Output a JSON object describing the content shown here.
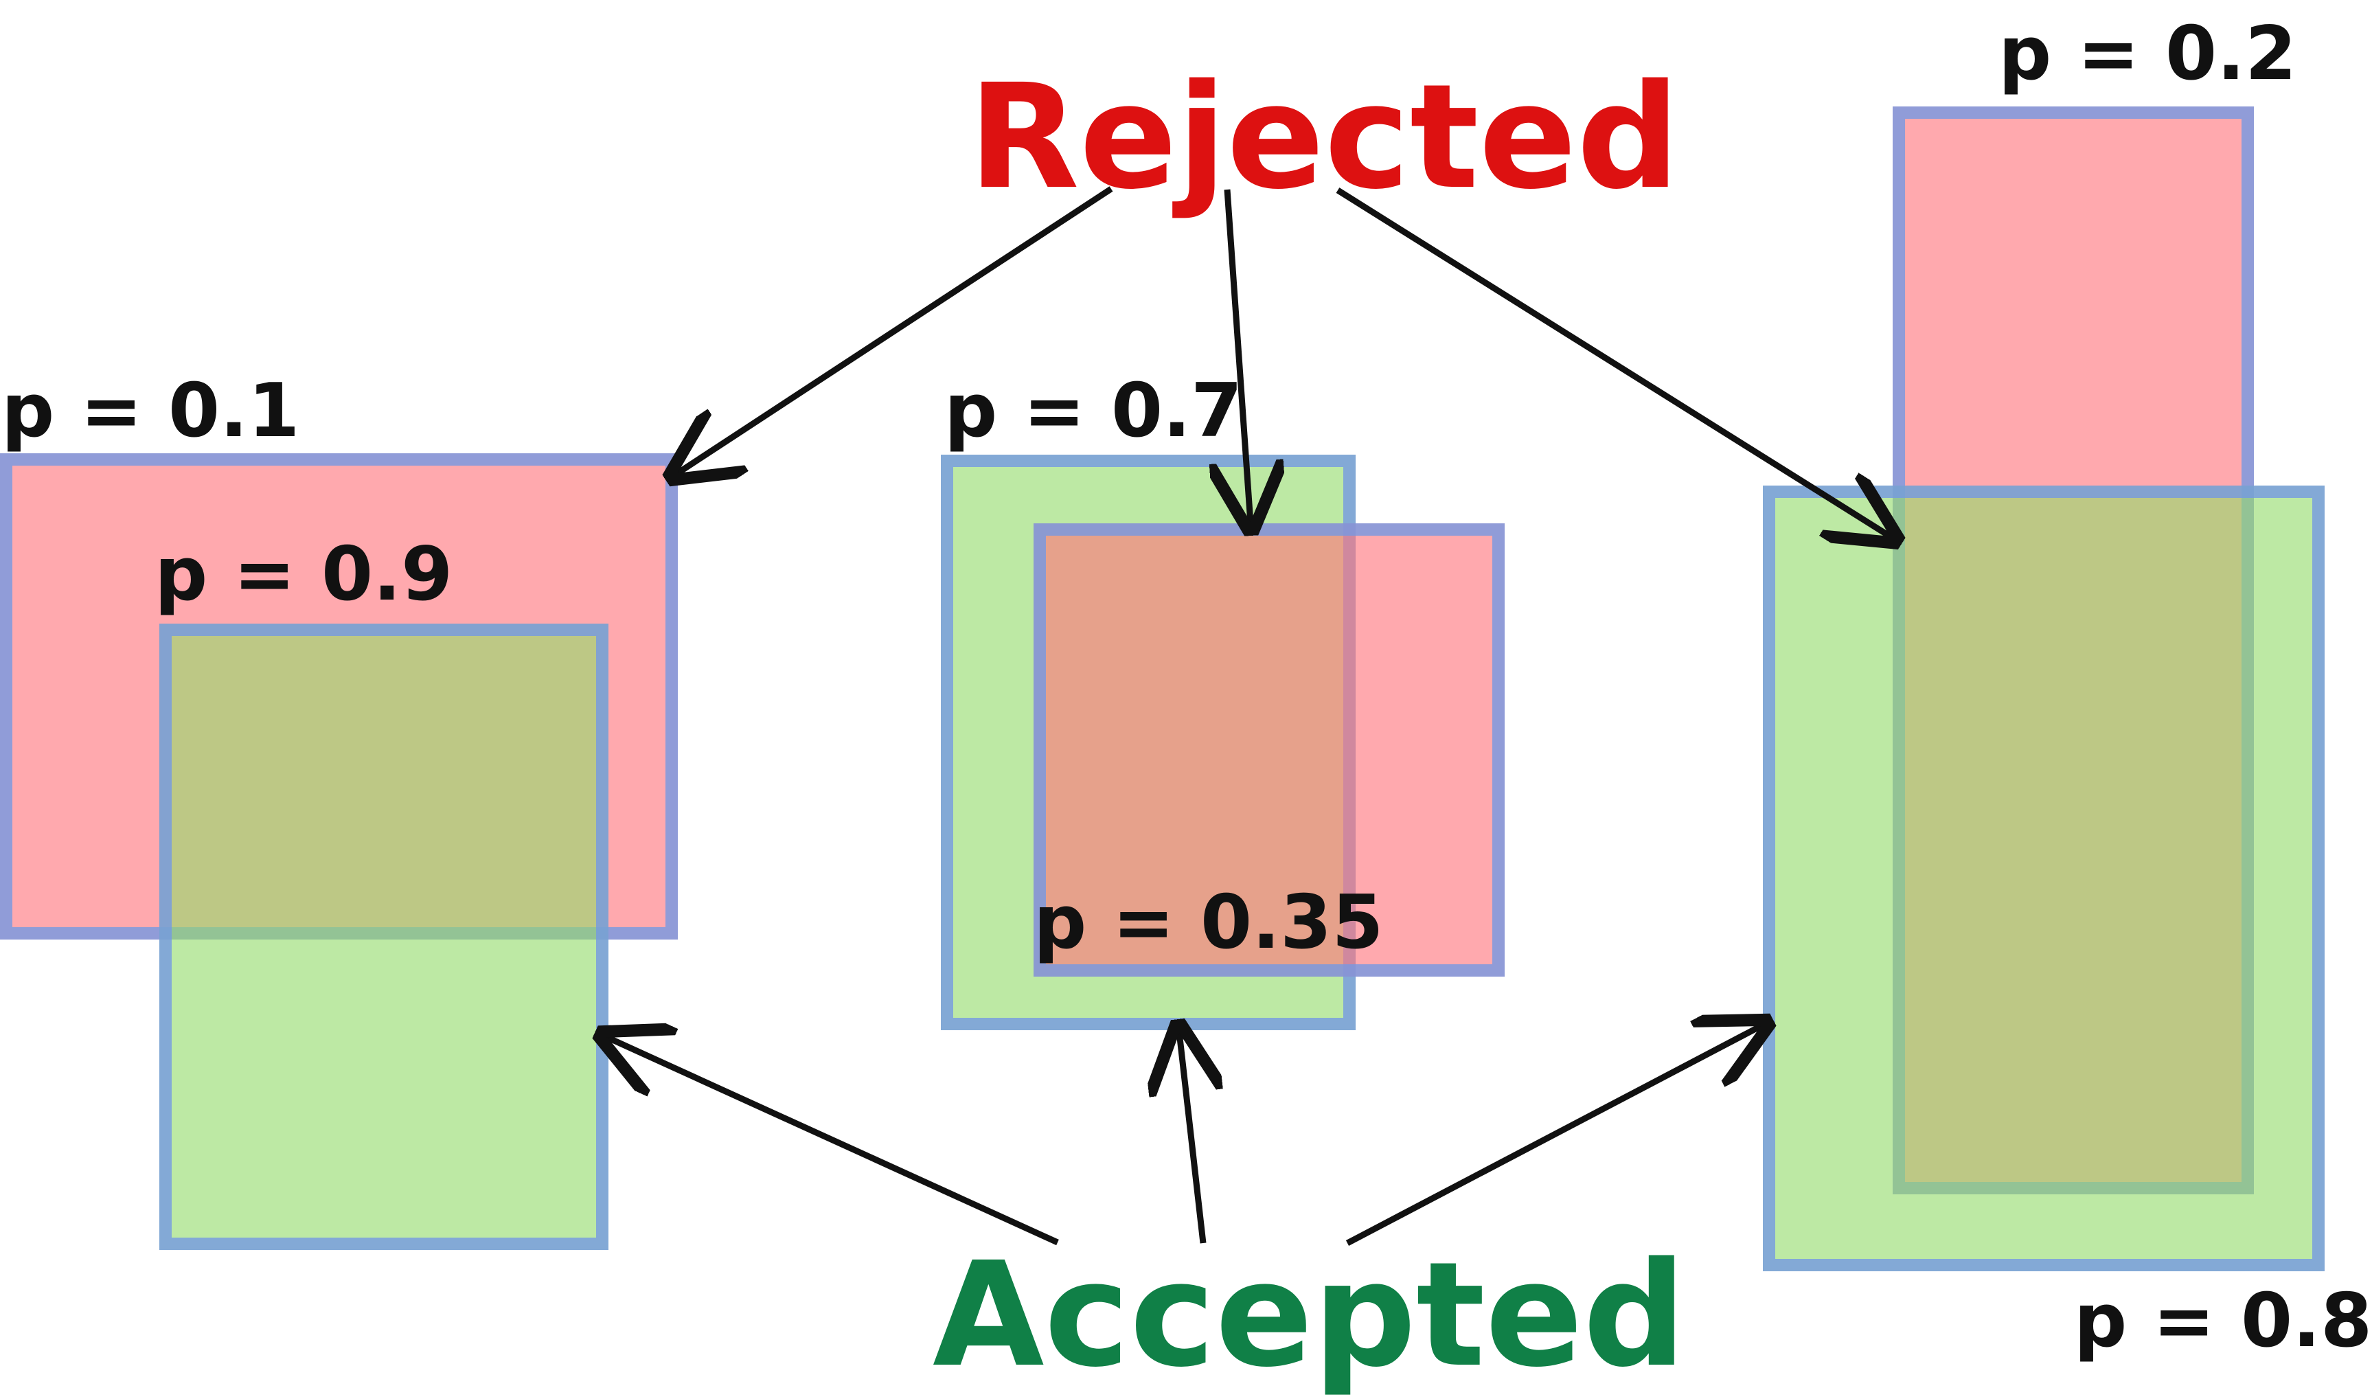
{
  "headings": {
    "rejected": "Rejected",
    "accepted": "Accepted"
  },
  "pairs": [
    {
      "rejected": {
        "label": "p = 0.1"
      },
      "accepted": {
        "label": "p = 0.9"
      }
    },
    {
      "accepted": {
        "label": "p = 0.7"
      },
      "rejected": {
        "label": "p = 0.35"
      }
    },
    {
      "rejected": {
        "label": "p = 0.2"
      },
      "accepted": {
        "label": "p = 0.8"
      }
    }
  ],
  "colors": {
    "rejected_text": "#dd1111",
    "accepted_text": "#108047",
    "rejected_fill": "#ff757d",
    "accepted_fill": "#94dc6c",
    "box_border": "#7499e2",
    "arrow": "#111111"
  }
}
